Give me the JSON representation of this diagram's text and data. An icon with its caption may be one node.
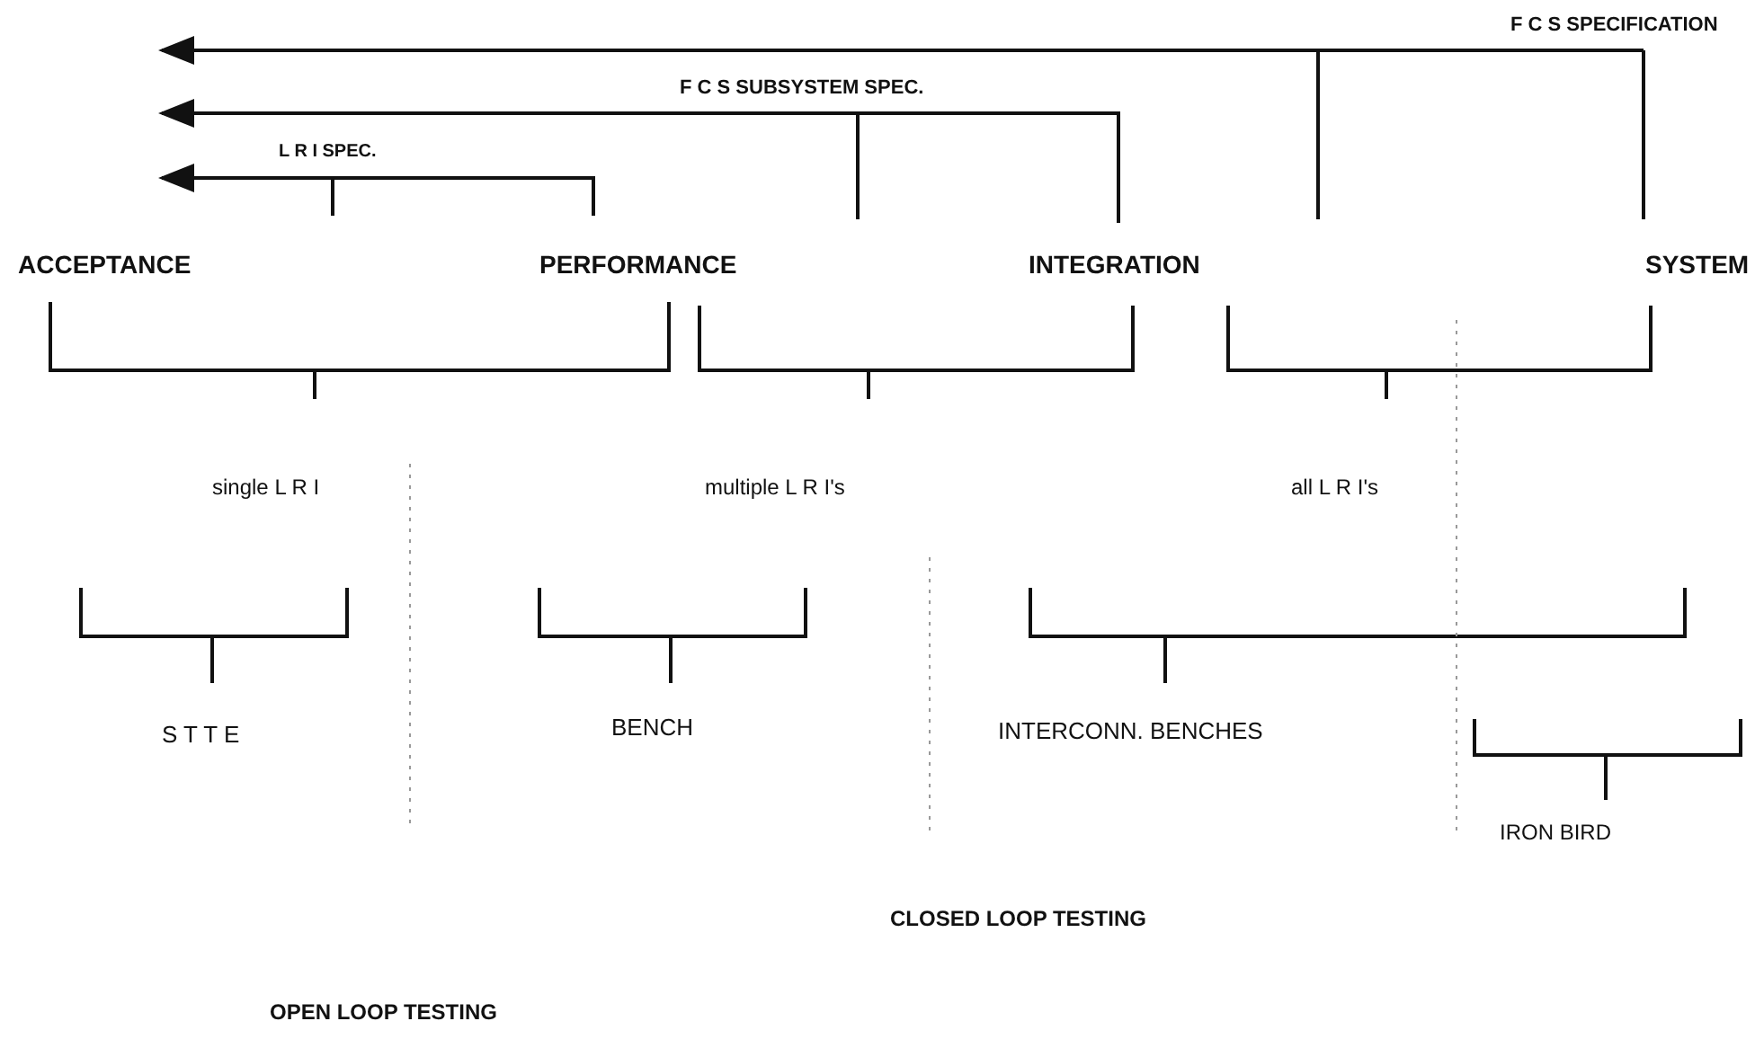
{
  "diagram": {
    "labels": [
      "F C S SPECIFICATION",
      "F C S SUBSYSTEM SPEC.",
      "L R I SPEC.",
      "ACCEPTANCE",
      "PERFORMANCE",
      "INTEGRATION",
      "SYSTEM",
      "single L R I",
      "multiple L R I's",
      "all L R I's",
      "S T T E",
      "BENCH",
      "INTERCONN. BENCHES",
      "IRON BIRD",
      "CLOSED LOOP TESTING",
      "OPEN LOOP TESTING"
    ]
  }
}
